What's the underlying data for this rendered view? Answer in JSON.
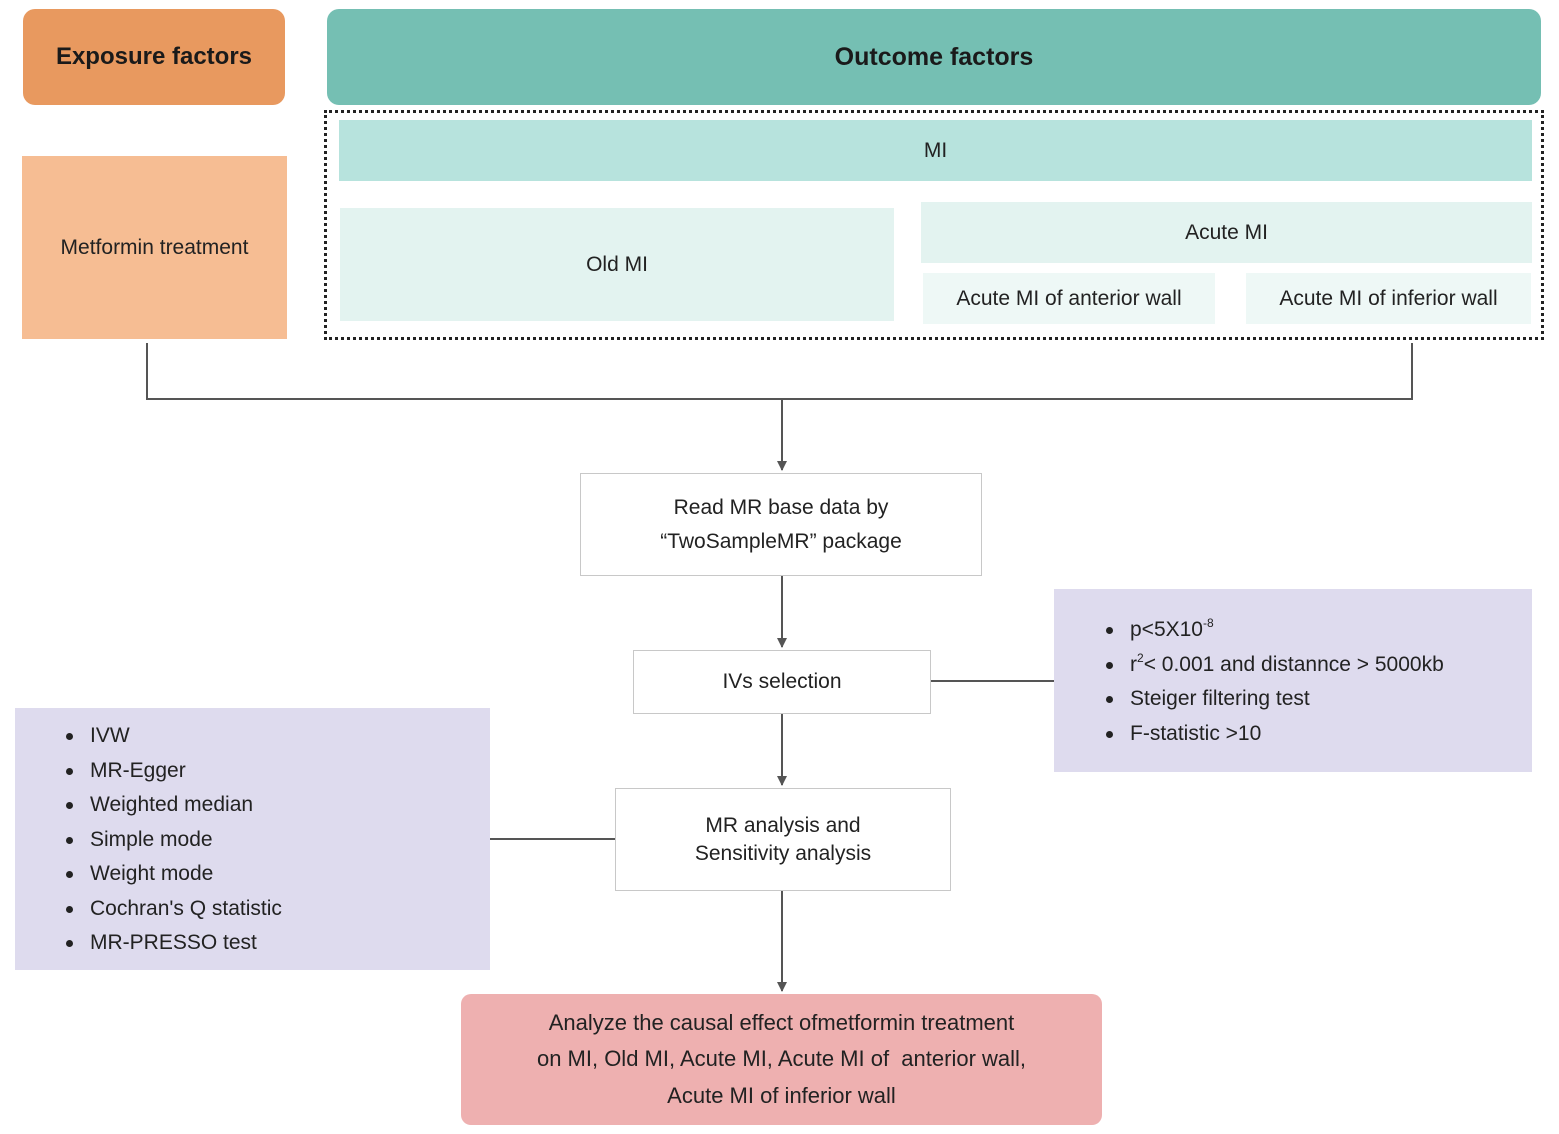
{
  "exposure": {
    "header": "Exposure factors",
    "item": "Metformin treatment"
  },
  "outcome": {
    "header": "Outcome factors",
    "mi": "MI",
    "old_mi": "Old MI",
    "acute_mi": "Acute MI",
    "acute_mi_anterior": "Acute MI of anterior wall",
    "acute_mi_inferior": "Acute MI of inferior wall"
  },
  "steps": {
    "read_line1": "Read MR base data by",
    "read_line2": "“TwoSampleMR” package",
    "ivs": "IVs selection",
    "mr_line1": "MR analysis and",
    "mr_line2": "Sensitivity analysis"
  },
  "criteria": {
    "c1_base": "p<5X10",
    "c1_exp": "-8",
    "c2_base": "r",
    "c2_exp": "2",
    "c2_rest": "< 0.001 and distannce > 5000kb",
    "c3": "Steiger filtering test",
    "c4": "F-statistic >10"
  },
  "methods": [
    "IVW",
    "MR-Egger",
    "Weighted median",
    "Simple mode",
    "Weight mode",
    "Cochran's Q statistic",
    "MR-PRESSO test"
  ],
  "result": {
    "line1": "Analyze the causal effect ofmetformin treatment",
    "line2": "on MI, Old MI, Acute MI, Acute MI of  anterior wall,",
    "line3": "Acute MI of inferior wall"
  }
}
